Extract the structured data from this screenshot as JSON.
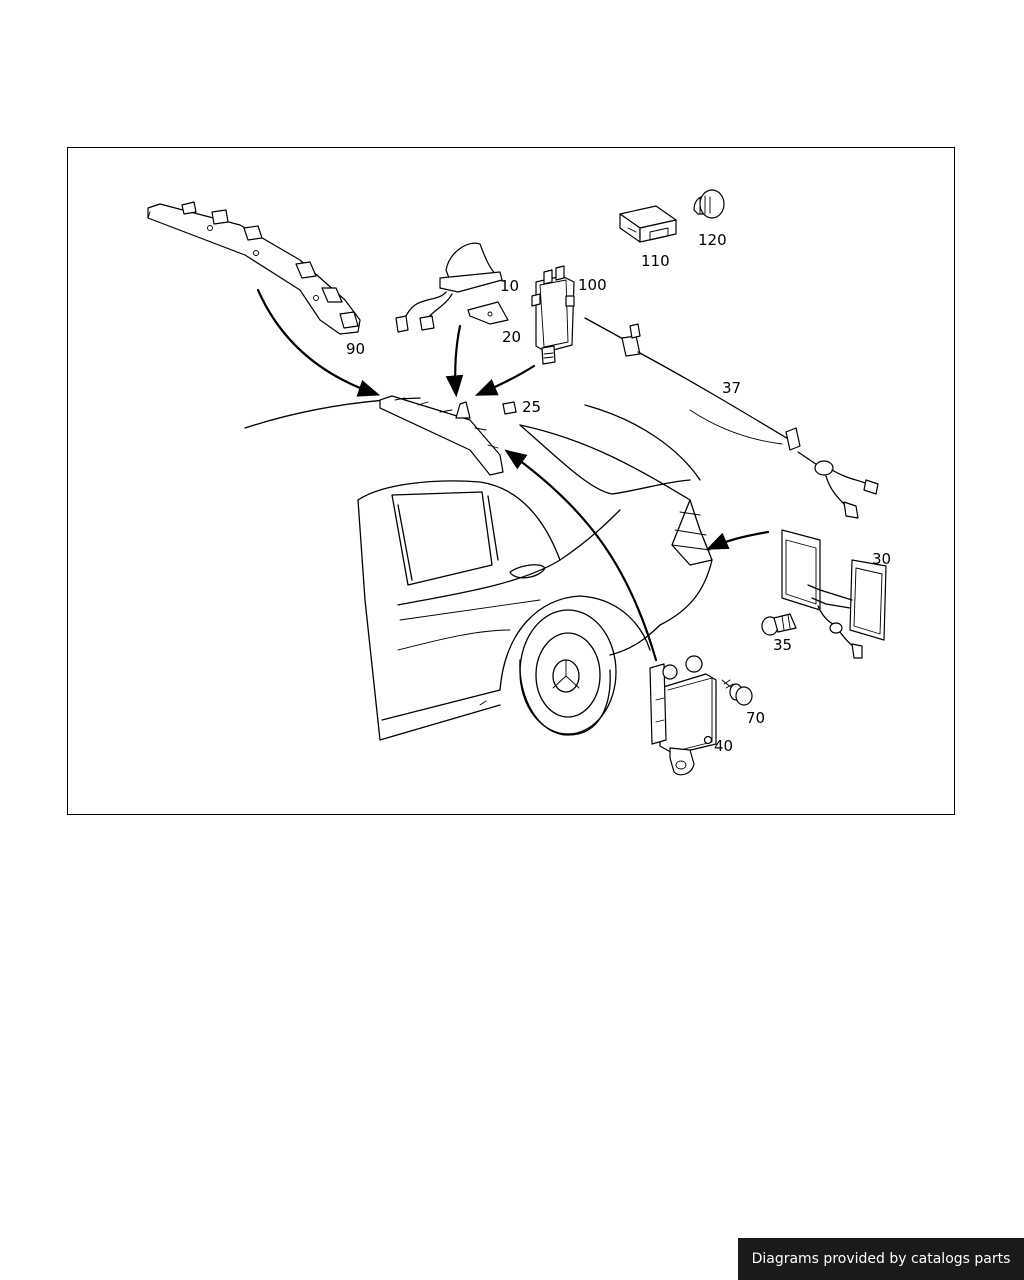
{
  "diagram": {
    "labels": {
      "p10": "10",
      "p20": "20",
      "p25": "25",
      "p30": "30",
      "p35": "35",
      "p37": "37",
      "p40": "40",
      "p70": "70",
      "p90": "90",
      "p100": "100",
      "p110": "110",
      "p120": "120"
    }
  },
  "footer": {
    "credit": "Diagrams provided by catalogs parts",
    "background": "#1a1a1a",
    "text_color": "#ffffff"
  }
}
